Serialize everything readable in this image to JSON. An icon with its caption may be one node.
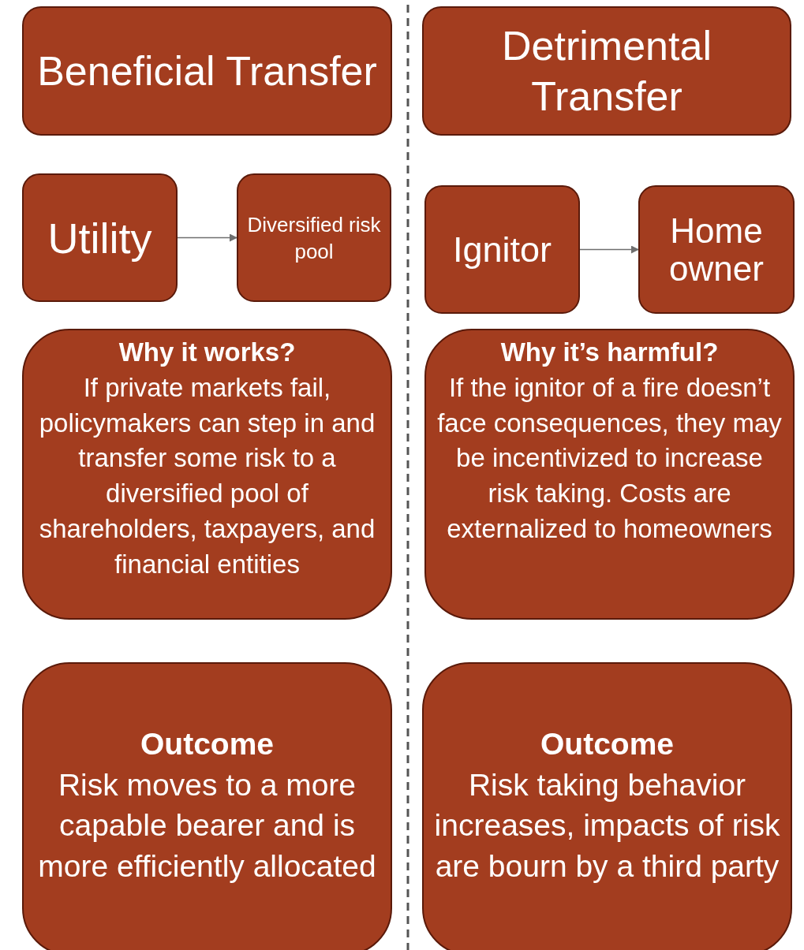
{
  "diagram": {
    "nodes": [
      {
        "text": [
          "Beneficial Transfer"
        ]
      },
      {
        "text": [
          "Detrimental Transfer"
        ]
      },
      {
        "text": [
          "Utility"
        ]
      },
      {
        "text": [
          "Diversified risk pool"
        ]
      },
      {
        "text": [
          "Ignitor"
        ]
      },
      {
        "text": [
          "Home owner"
        ]
      },
      {
        "text": [
          "Why it works?",
          "If private markets fail, policymakers can step in and transfer some risk to a diversified pool of shareholders, taxpayers, and financial entities"
        ]
      },
      {
        "text": [
          "Why it’s harmful?",
          "If the ignitor of a fire doesn’t face consequences, they may be incentivized to increase risk taking. Costs are externalized to homeowners"
        ]
      },
      {
        "text": [
          "Outcome",
          "Risk moves to a more capable bearer and is more efficiently allocated"
        ]
      },
      {
        "text": [
          "Outcome",
          "Risk taking behavior increases, impacts of risk are bourn by a third party"
        ]
      }
    ],
    "edges": [
      {
        "from": 2,
        "to": 3,
        "arrow": "to"
      },
      {
        "from": 4,
        "to": 5,
        "arrow": "to"
      }
    ]
  }
}
